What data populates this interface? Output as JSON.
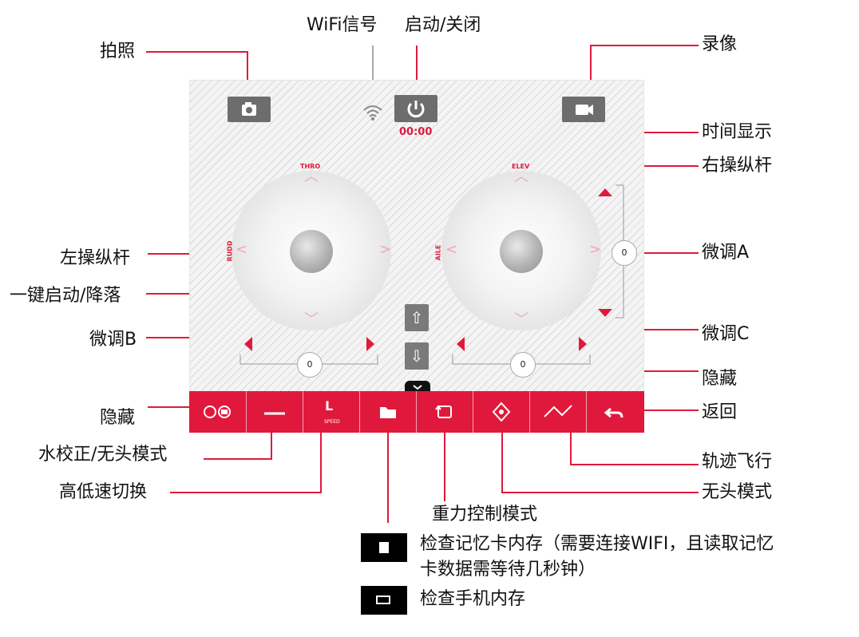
{
  "labels": {
    "wifi": "WiFi信号",
    "power": "启动/关闭",
    "photo": "拍照",
    "video": "录像",
    "time_display": "时间显示",
    "right_stick": "右操纵杆",
    "left_stick": "左操纵杆",
    "trim_a": "微调A",
    "one_key": "一键启动/降落",
    "trim_b": "微调B",
    "trim_c": "微调C",
    "hide_right": "隐藏",
    "hide_left": "隐藏",
    "back": "返回",
    "level_headless": "水校正/无头模式",
    "track_flight": "轨迹飞行",
    "speed_switch": "高低速切换",
    "headless": "无头模式",
    "gravity": "重力控制模式",
    "check_sd_line1": "检查记忆卡内存（需要连接WIFI，且读取记忆",
    "check_sd_line2": "卡数据需等待几秒钟）",
    "check_phone": "检查手机内存"
  },
  "screen": {
    "time": "00:00",
    "throttle_label": "THRO",
    "rudder_label": "RUDD",
    "elevator_label": "ELEV",
    "aileron_label": "AILE",
    "trim_value": "0",
    "speed_icon_text": "L",
    "speed_icon_sub": "SPEED"
  },
  "colors": {
    "accent": "#e0193c",
    "button_gray": "#6d6d6d"
  }
}
